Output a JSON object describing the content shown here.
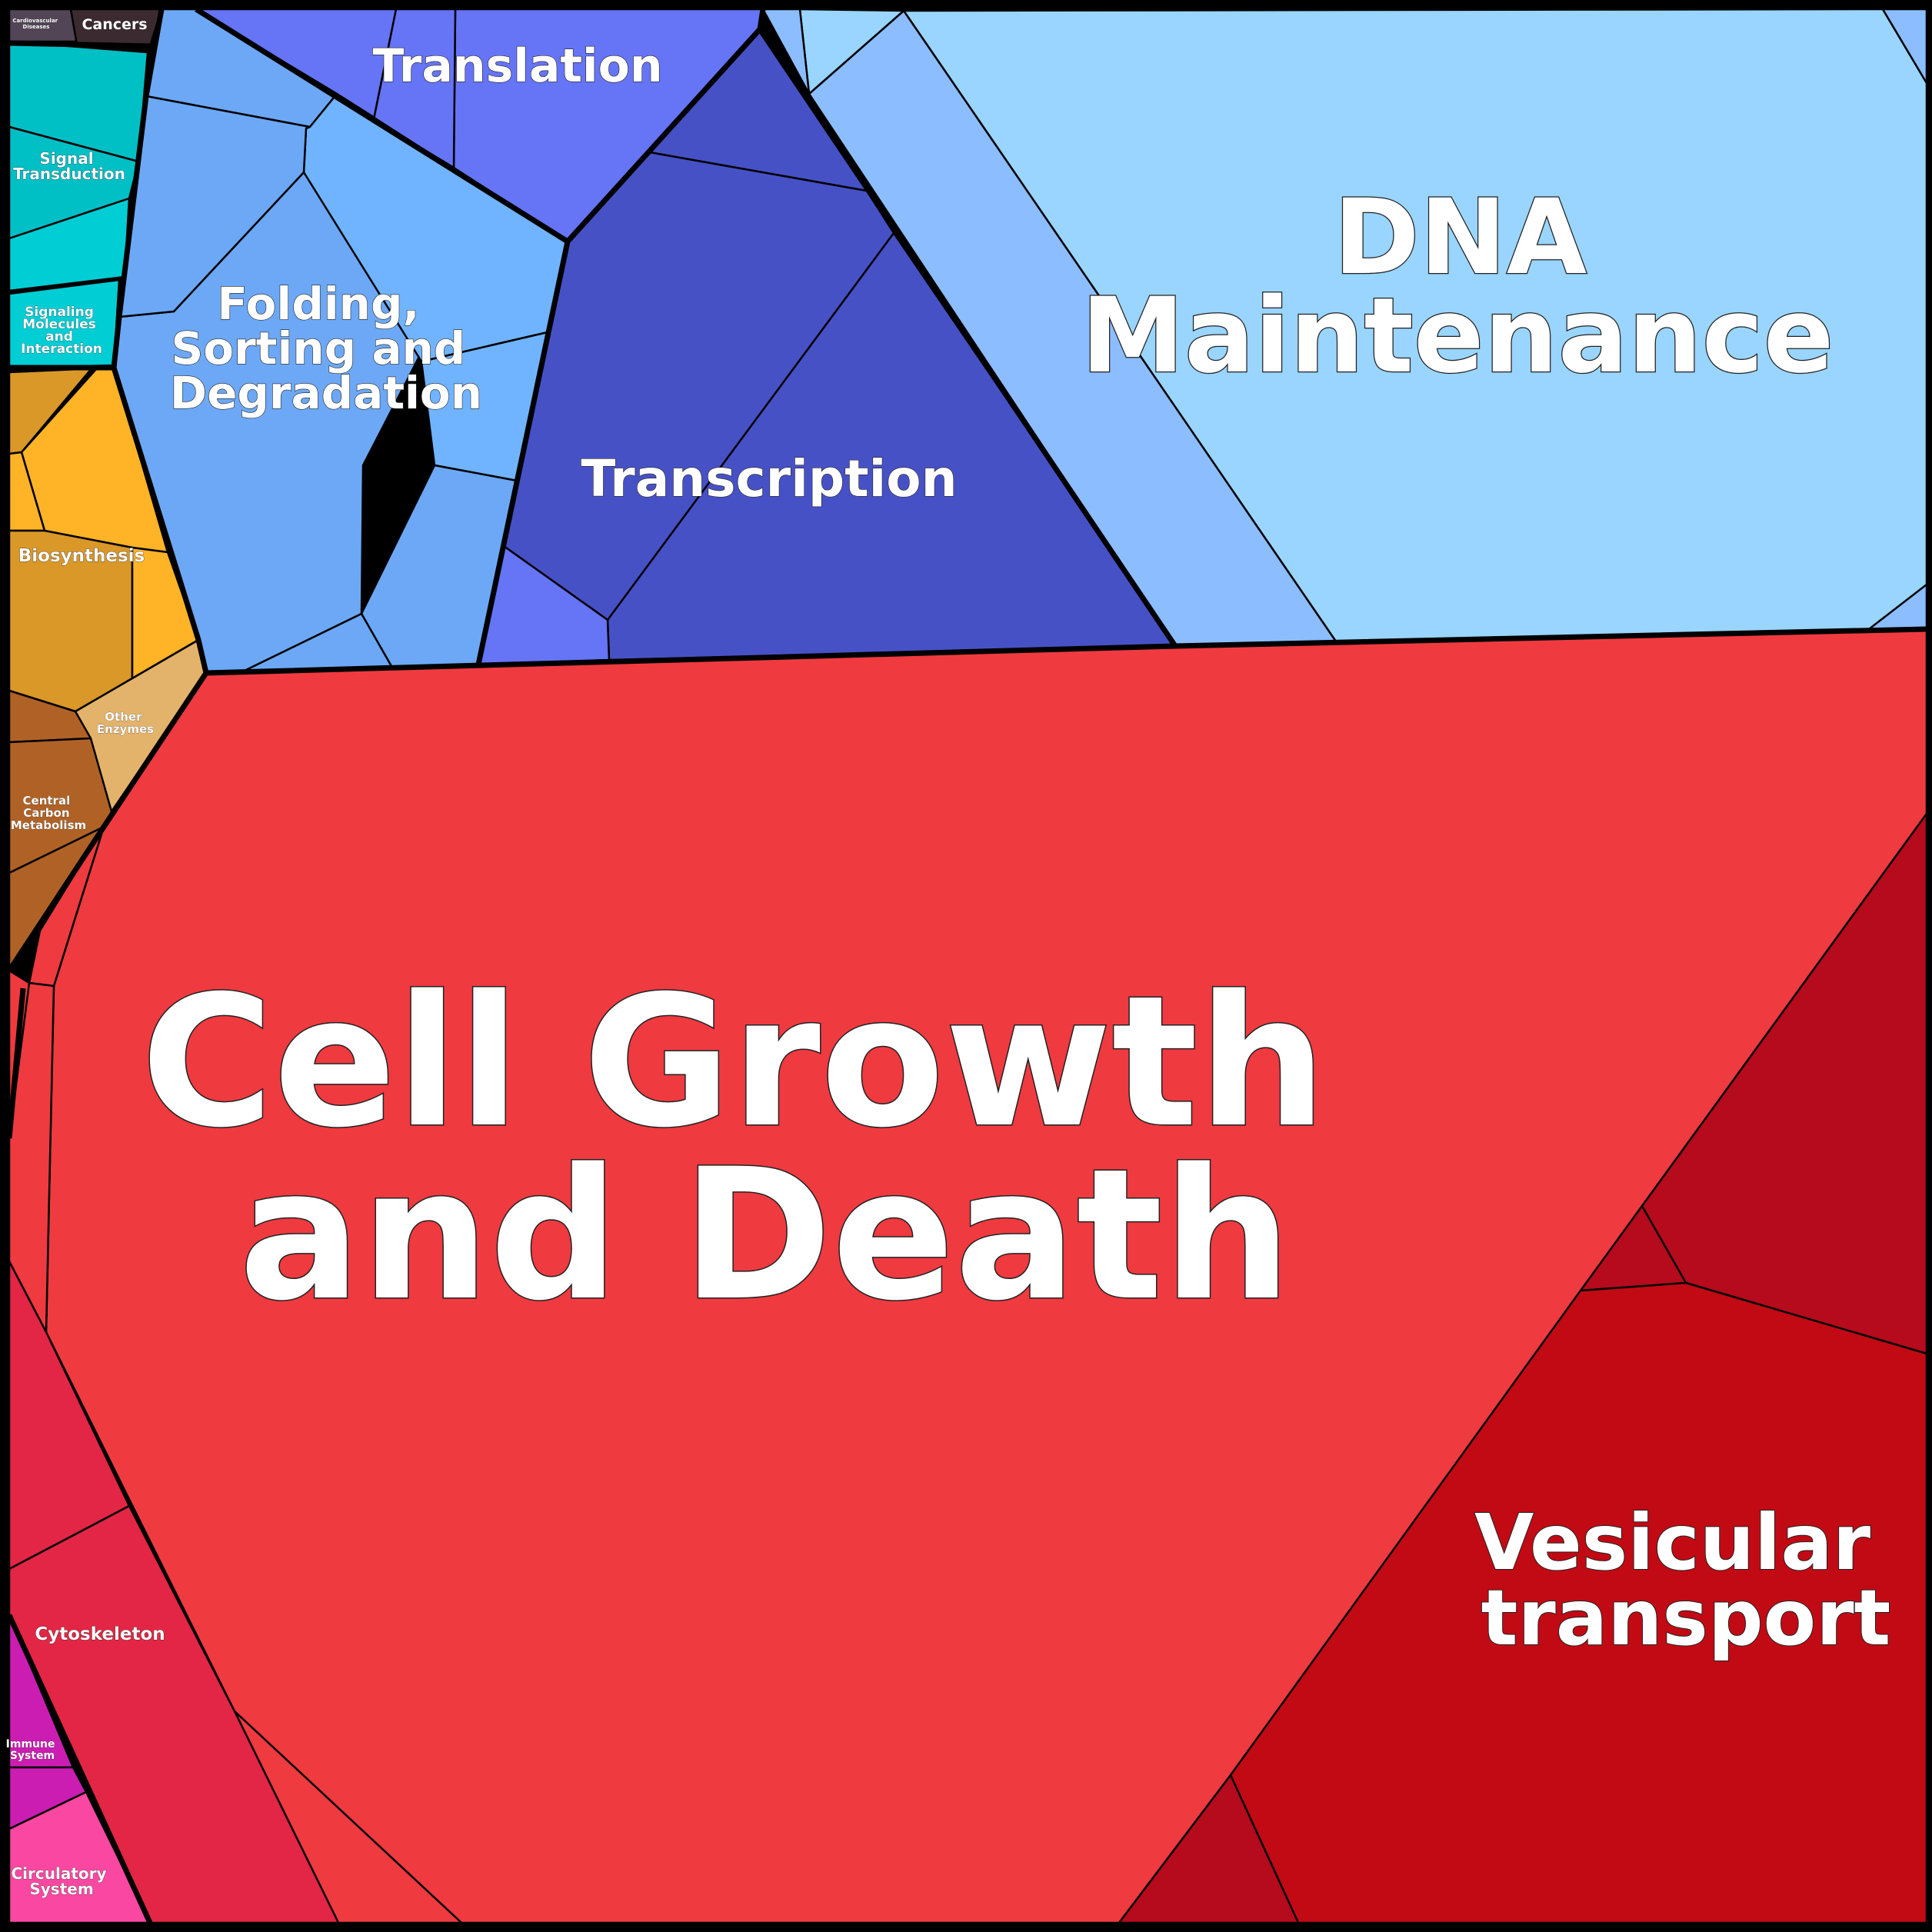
{
  "diagram": {
    "type": "voronoi-treemap",
    "colors": {
      "cell_growth_and_death": "#EF3A40",
      "vesicular_transport": "#C20A14",
      "vesicular_transport_alt": "#B50B1C",
      "dna_maintenance": "#99D5FF",
      "dna_maintenance_alt": "#8CBDFF",
      "transcription": "#4751C6",
      "translation": "#6674F6",
      "folding": "#6CA8F6",
      "folding_alt": "#70B4FF",
      "signal_transduction": "#00BFC5",
      "signaling_molecules": "#00CDD4",
      "biosynthesis": "#DA9828",
      "biosynthesis_alt": "#FFB428",
      "other_enzymes": "#E3B36B",
      "central_carbon_metabolism": "#B06226",
      "cytoskeleton": "#E32645",
      "immune_system": "#CC1DB3",
      "circulatory_system": "#FA48A2",
      "cancers": "#3B2A30",
      "cardiovascular_diseases": "#514556"
    },
    "regions": {
      "cell_growth_and_death": [
        "Cell Growth",
        "and Death"
      ],
      "vesicular_transport": [
        "Vesicular",
        "transport"
      ],
      "dna_maintenance": [
        "DNA",
        "Maintenance"
      ],
      "transcription": "Transcription",
      "translation": "Translation",
      "folding": [
        "Folding,",
        "Sorting and",
        "Degradation"
      ],
      "signal_transduction": [
        "Signal",
        "Transduction"
      ],
      "signaling_molecules": [
        "Signaling",
        "Molecules",
        "and",
        "Interaction"
      ],
      "biosynthesis": "Biosynthesis",
      "other_enzymes": [
        "Other",
        "Enzymes"
      ],
      "central_carbon_metabolism": [
        "Central",
        "Carbon",
        "Metabolism"
      ],
      "cytoskeleton": "Cytoskeleton",
      "immune_system": [
        "Immune",
        "System"
      ],
      "circulatory_system": [
        "Circulatory",
        "System"
      ],
      "cancers": "Cancers",
      "cardiovascular_diseases": [
        "Cardiovascular",
        "Diseases"
      ]
    }
  }
}
